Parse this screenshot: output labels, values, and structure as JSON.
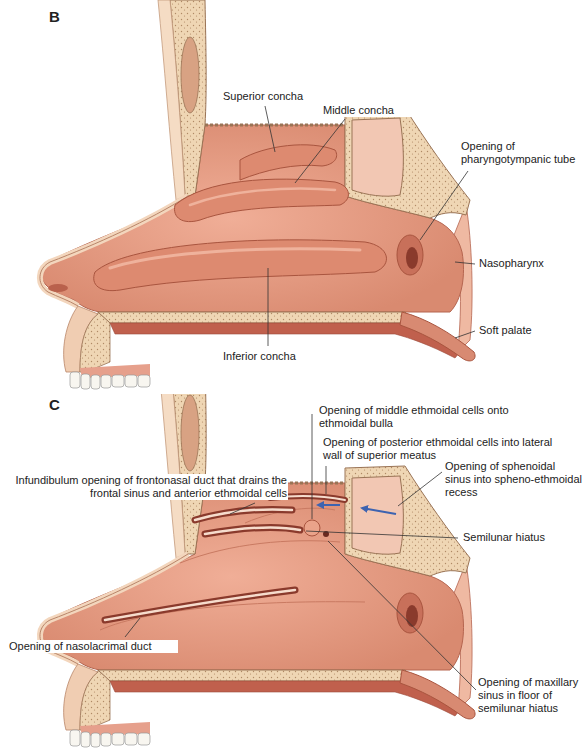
{
  "diagram": {
    "labels": [
      "B",
      "Superior concha",
      "Middle concha",
      "Opening of pharyngotympanic tube",
      "Nasopharynx",
      "Soft palate",
      "Inferior concha",
      "C",
      "Opening of middle ethmoidal cells onto ethmoidal bulla",
      "Opening of posterior ethmoidal cells into lateral wall of superior meatus",
      "Infundibulum opening of frontonasal duct that drains the frontal sinus and anterior ethmoidal cells",
      "Opening of sphenoidal sinus into spheno-ethmoidal recess",
      "Semilunar hiatus",
      "Opening of nasolacrimal duct",
      "Opening of maxillary sinus in floor of semilunar hiatus"
    ]
  }
}
